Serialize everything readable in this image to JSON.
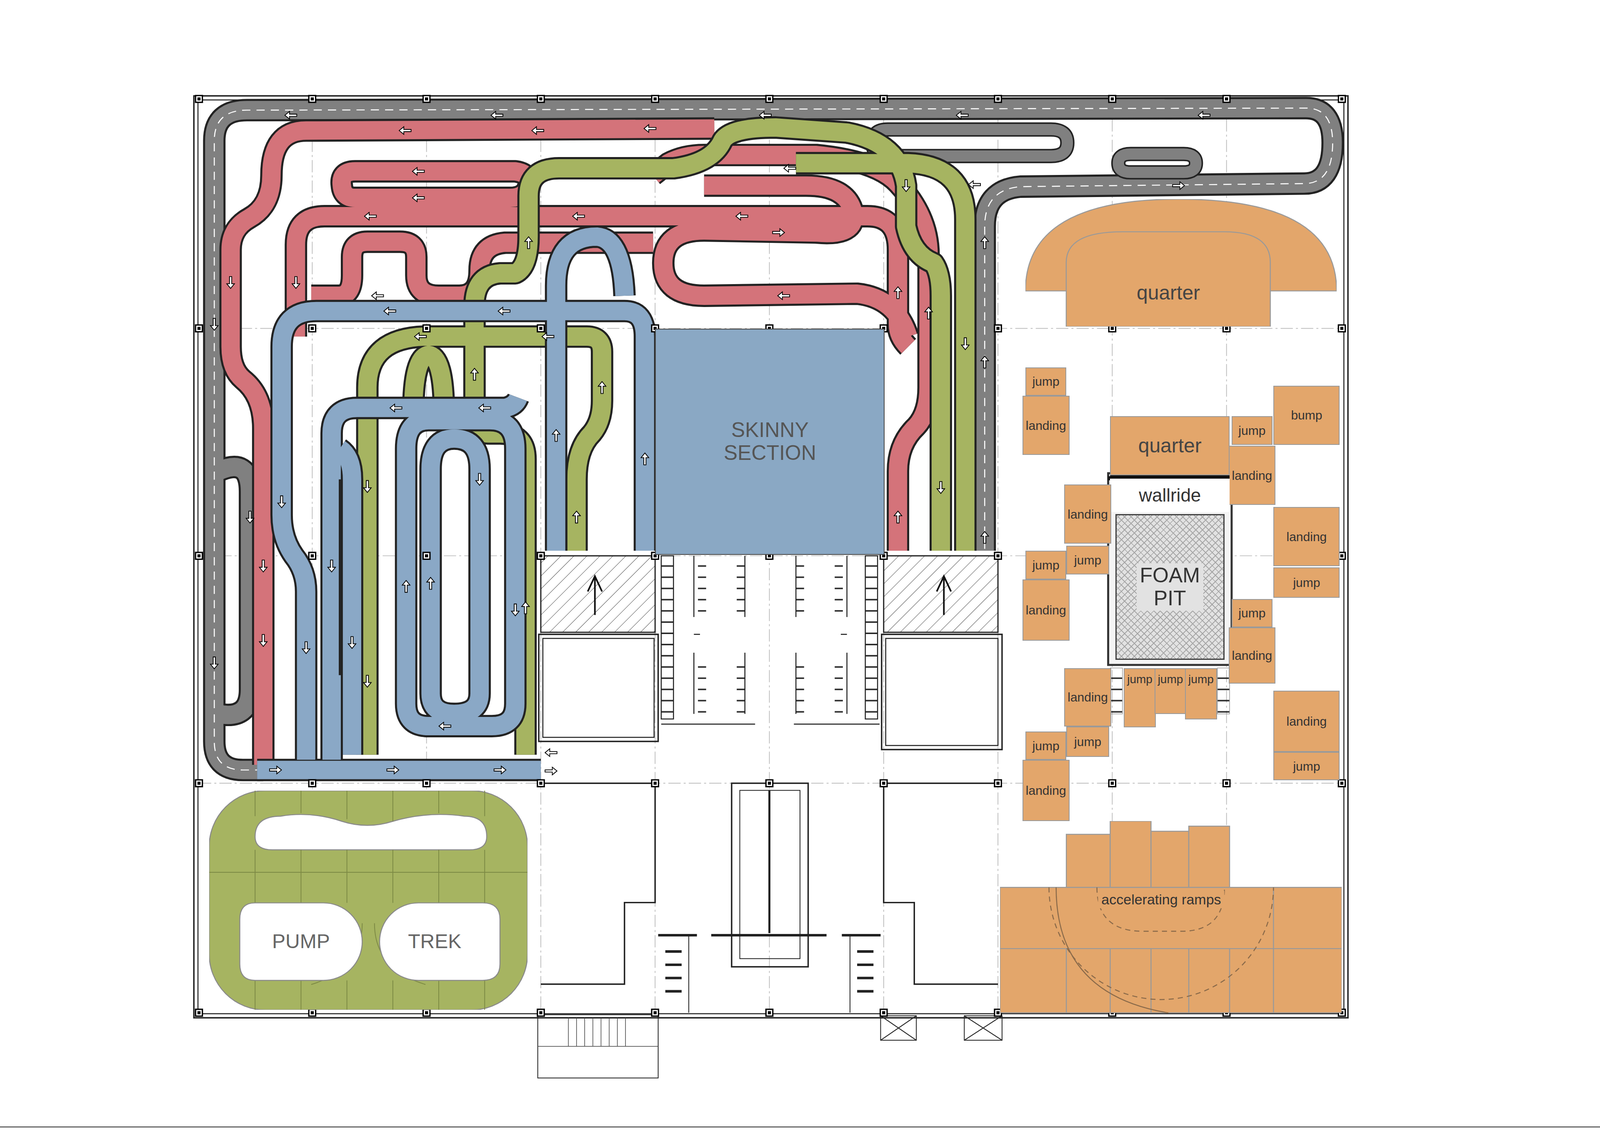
{
  "diagram": {
    "nodes": [
      {
        "text": [
          "quarter"
        ]
      },
      {
        "text": [
          "SKINNY SECTION"
        ]
      },
      {
        "text": [
          "jump"
        ]
      },
      {
        "text": [
          "bump"
        ]
      },
      {
        "text": [
          "landing"
        ]
      },
      {
        "text": [
          "quarter"
        ]
      },
      {
        "text": [
          "jump"
        ]
      },
      {
        "text": [
          "landing"
        ]
      },
      {
        "text": [
          "wallride"
        ]
      },
      {
        "text": [
          "landing"
        ]
      },
      {
        "text": [
          "landing"
        ]
      },
      {
        "text": [
          "jump"
        ]
      },
      {
        "text": [
          "jump"
        ]
      },
      {
        "text": [
          "FOAM PIT"
        ]
      },
      {
        "text": [
          "jump"
        ]
      },
      {
        "text": [
          "landing"
        ]
      },
      {
        "text": [
          "jump"
        ]
      },
      {
        "text": [
          "landing"
        ]
      },
      {
        "text": [
          "landing"
        ]
      },
      {
        "text": [
          "jump"
        ]
      },
      {
        "text": [
          "jump"
        ]
      },
      {
        "text": [
          "jump"
        ]
      },
      {
        "text": [
          "landing"
        ]
      },
      {
        "text": [
          "jump"
        ]
      },
      {
        "text": [
          "jump"
        ]
      },
      {
        "text": [
          "jump"
        ]
      },
      {
        "text": [
          "landing"
        ]
      },
      {
        "text": [
          "accelerating ramps"
        ]
      },
      {
        "text": [
          "PUMP",
          "TREK"
        ]
      }
    ]
  }
}
